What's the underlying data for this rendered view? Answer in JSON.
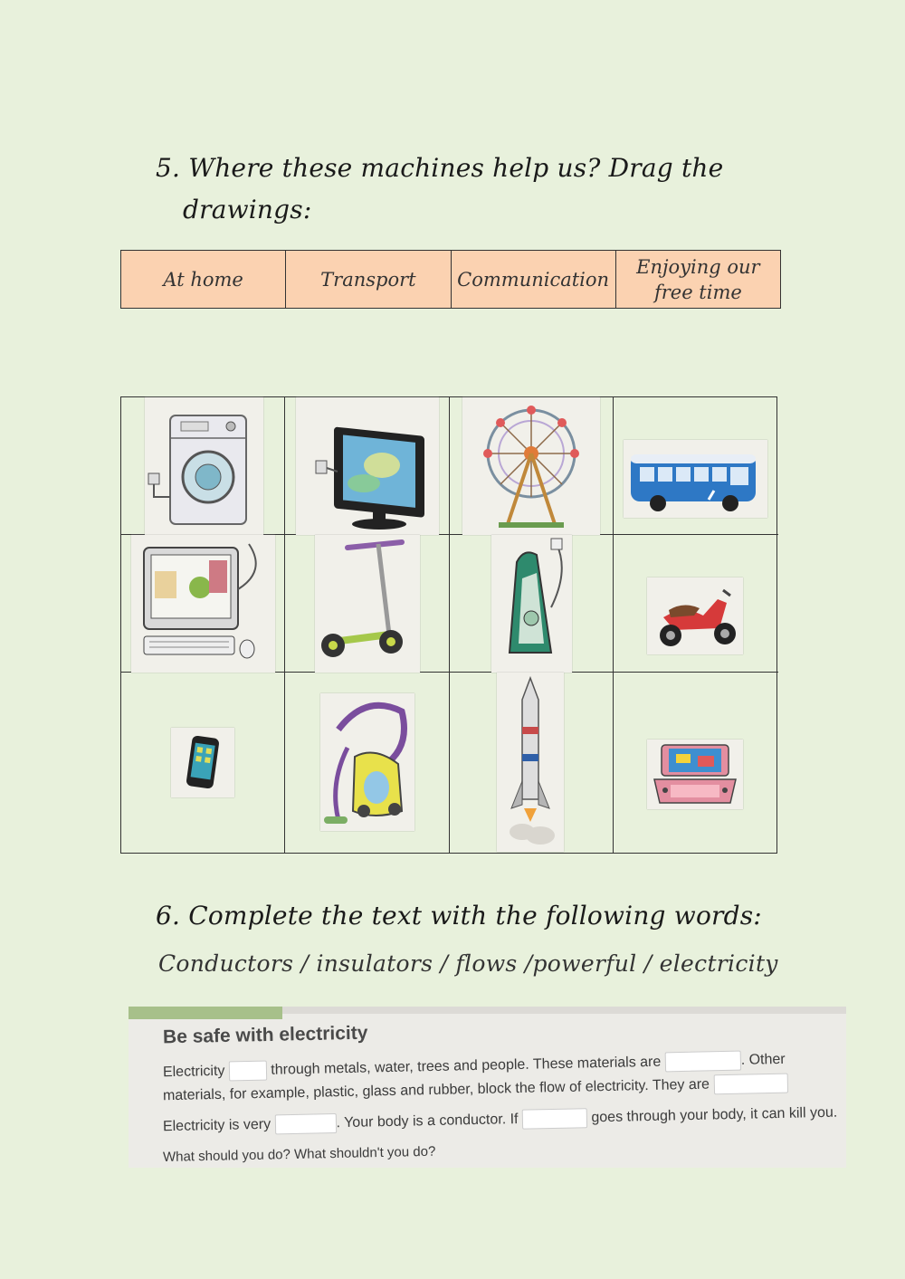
{
  "question5": {
    "title_line1": "5. Where these machines help us? Drag the",
    "title_line2": "drawings:"
  },
  "categories": [
    "At home",
    "Transport",
    "Communication",
    "Enjoying our free time"
  ],
  "drawings": [
    {
      "name": "washing-machine-icon"
    },
    {
      "name": "television-icon"
    },
    {
      "name": "ferris-wheel-icon"
    },
    {
      "name": "bus-icon"
    },
    {
      "name": "computer-icon"
    },
    {
      "name": "scooter-icon"
    },
    {
      "name": "iron-icon"
    },
    {
      "name": "motorbike-icon"
    },
    {
      "name": "mobile-phone-icon"
    },
    {
      "name": "vacuum-cleaner-icon"
    },
    {
      "name": "rocket-icon"
    },
    {
      "name": "game-console-icon"
    }
  ],
  "question6": {
    "title": "6. Complete the text with the following words:",
    "word_bank": "Conductors / insulators / flows /powerful / electricity"
  },
  "textbook": {
    "title": "Be safe with electricity",
    "line1_a": "Electricity",
    "line1_b": "through metals, water, trees and people. These materials are",
    "line1_c": ". Other",
    "line2_a": "materials, for example, plastic, glass and rubber, block the flow of electricity. They are",
    "line3_a": "Electricity is very",
    "line3_b": ". Your body is a conductor. If",
    "line3_c": "goes through your body, it can kill you.",
    "line4": "What should you do? What shouldn't you do?"
  }
}
